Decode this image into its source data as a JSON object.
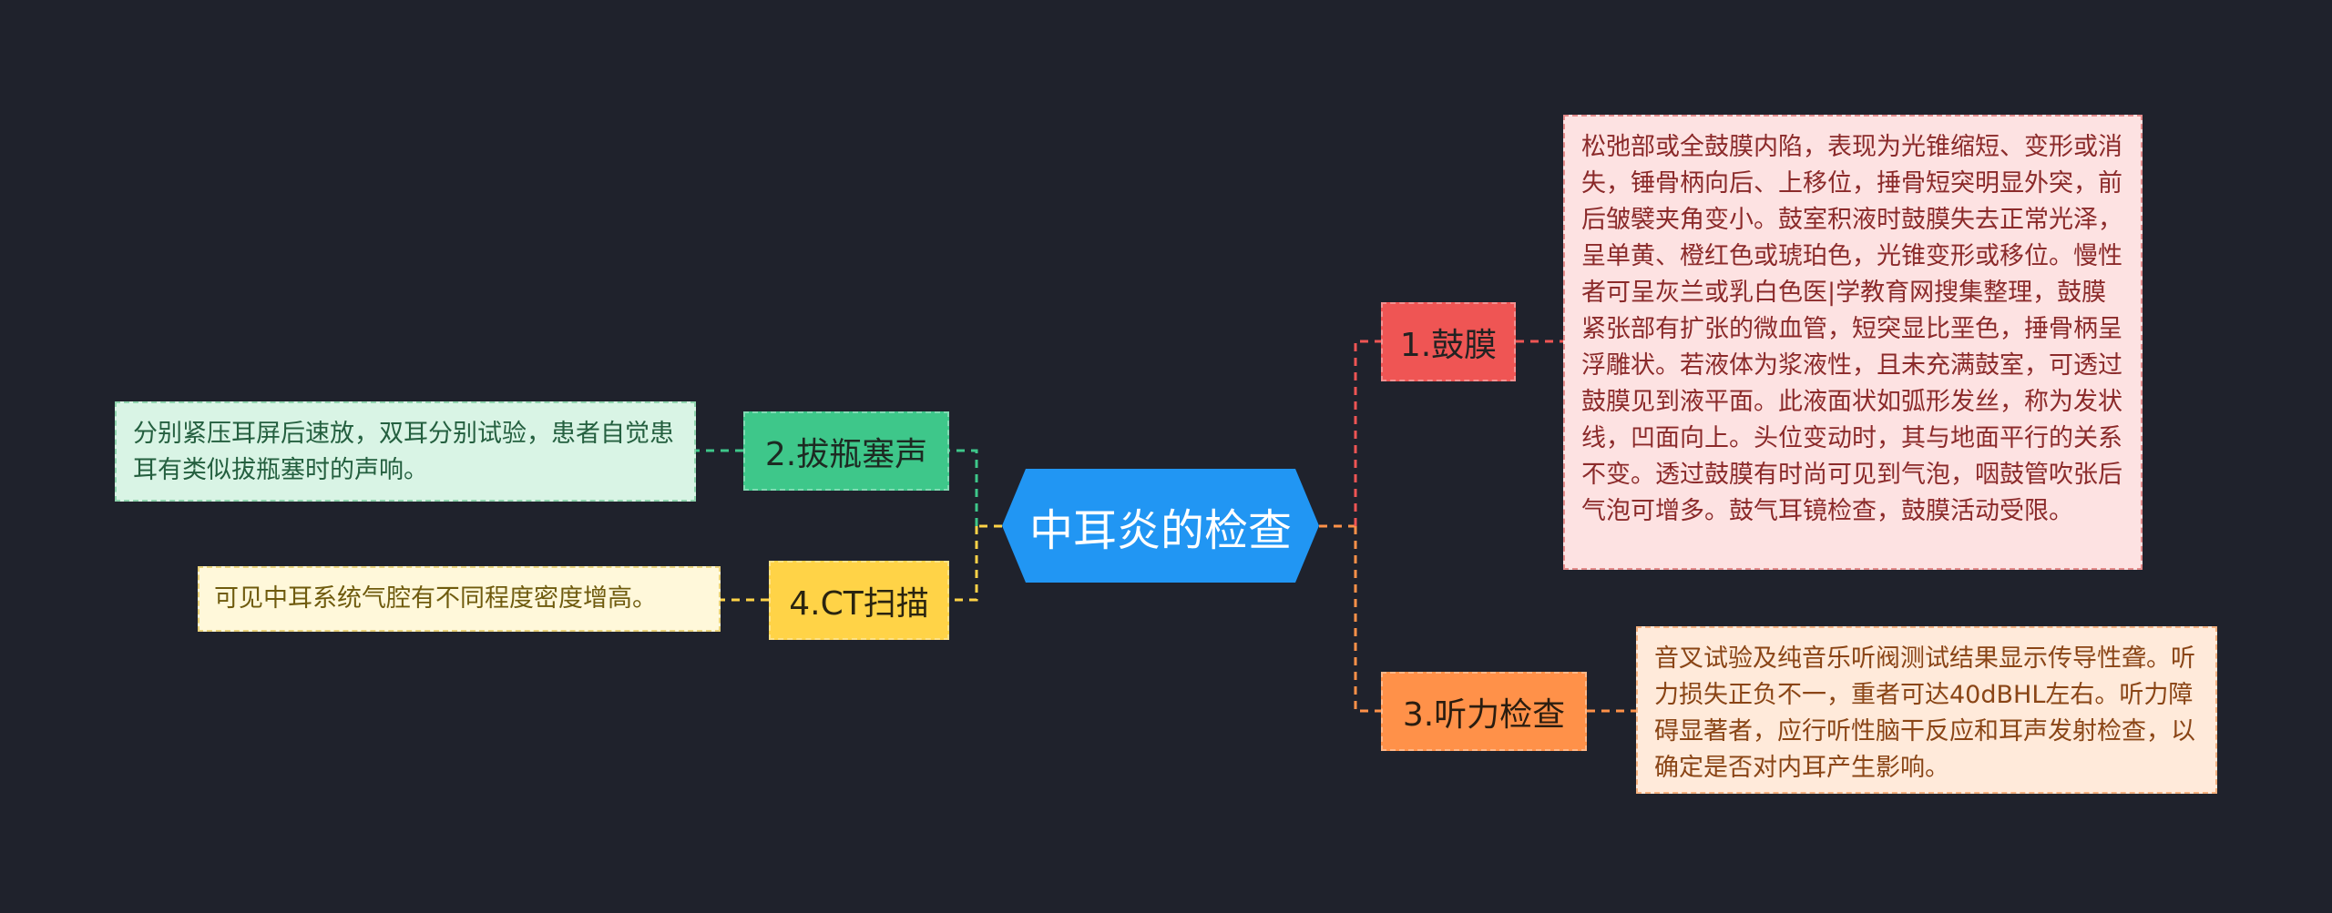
{
  "center": {
    "label": "中耳炎的检查"
  },
  "branches": [
    {
      "label": "1.鼓膜",
      "color": "#ef5554",
      "detail": "松弛部或全鼓膜内陷，表现为光锥缩短、变形或消失，锤骨柄向后、上移位，捶骨短突明显外突，前后皱襞夹角变小。鼓室积液时鼓膜失去正常光泽，呈单黄、橙红色或琥珀色，光锥变形或移位。慢性者可呈灰兰或乳白色医|学教育网搜集整理，鼓膜紧张部有扩张的微血管，短突显比垩色，捶骨柄呈浮雕状。若液体为浆液性，且未充满鼓室，可透过鼓膜见到液平面。此液面状如弧形发丝，称为发状线，凹面向上。头位变动时，其与地面平行的关系不变。透过鼓膜有时尚可见到气泡，咽鼓管吹张后气泡可增多。鼓气耳镜检查，鼓膜活动受限。"
    },
    {
      "label": "2.拔瓶塞声",
      "color": "#3ec78a",
      "detail": "分别紧压耳屏后速放，双耳分别试验，患者自觉患耳有类似拔瓶塞时的声响。"
    },
    {
      "label": "3.听力检查",
      "color": "#ff9149",
      "detail": "音叉试验及纯音乐听阀测试结果显示传导性聋。听力损失正负不一，重者可达40dBHL左右。听力障碍显著者，应行听性脑干反应和耳声发射检查，以确定是否对内耳产生影响。"
    },
    {
      "label": "4.CT扫描",
      "color": "#ffd347",
      "detail": "可见中耳系统气腔有不同程度密度增高。"
    }
  ]
}
